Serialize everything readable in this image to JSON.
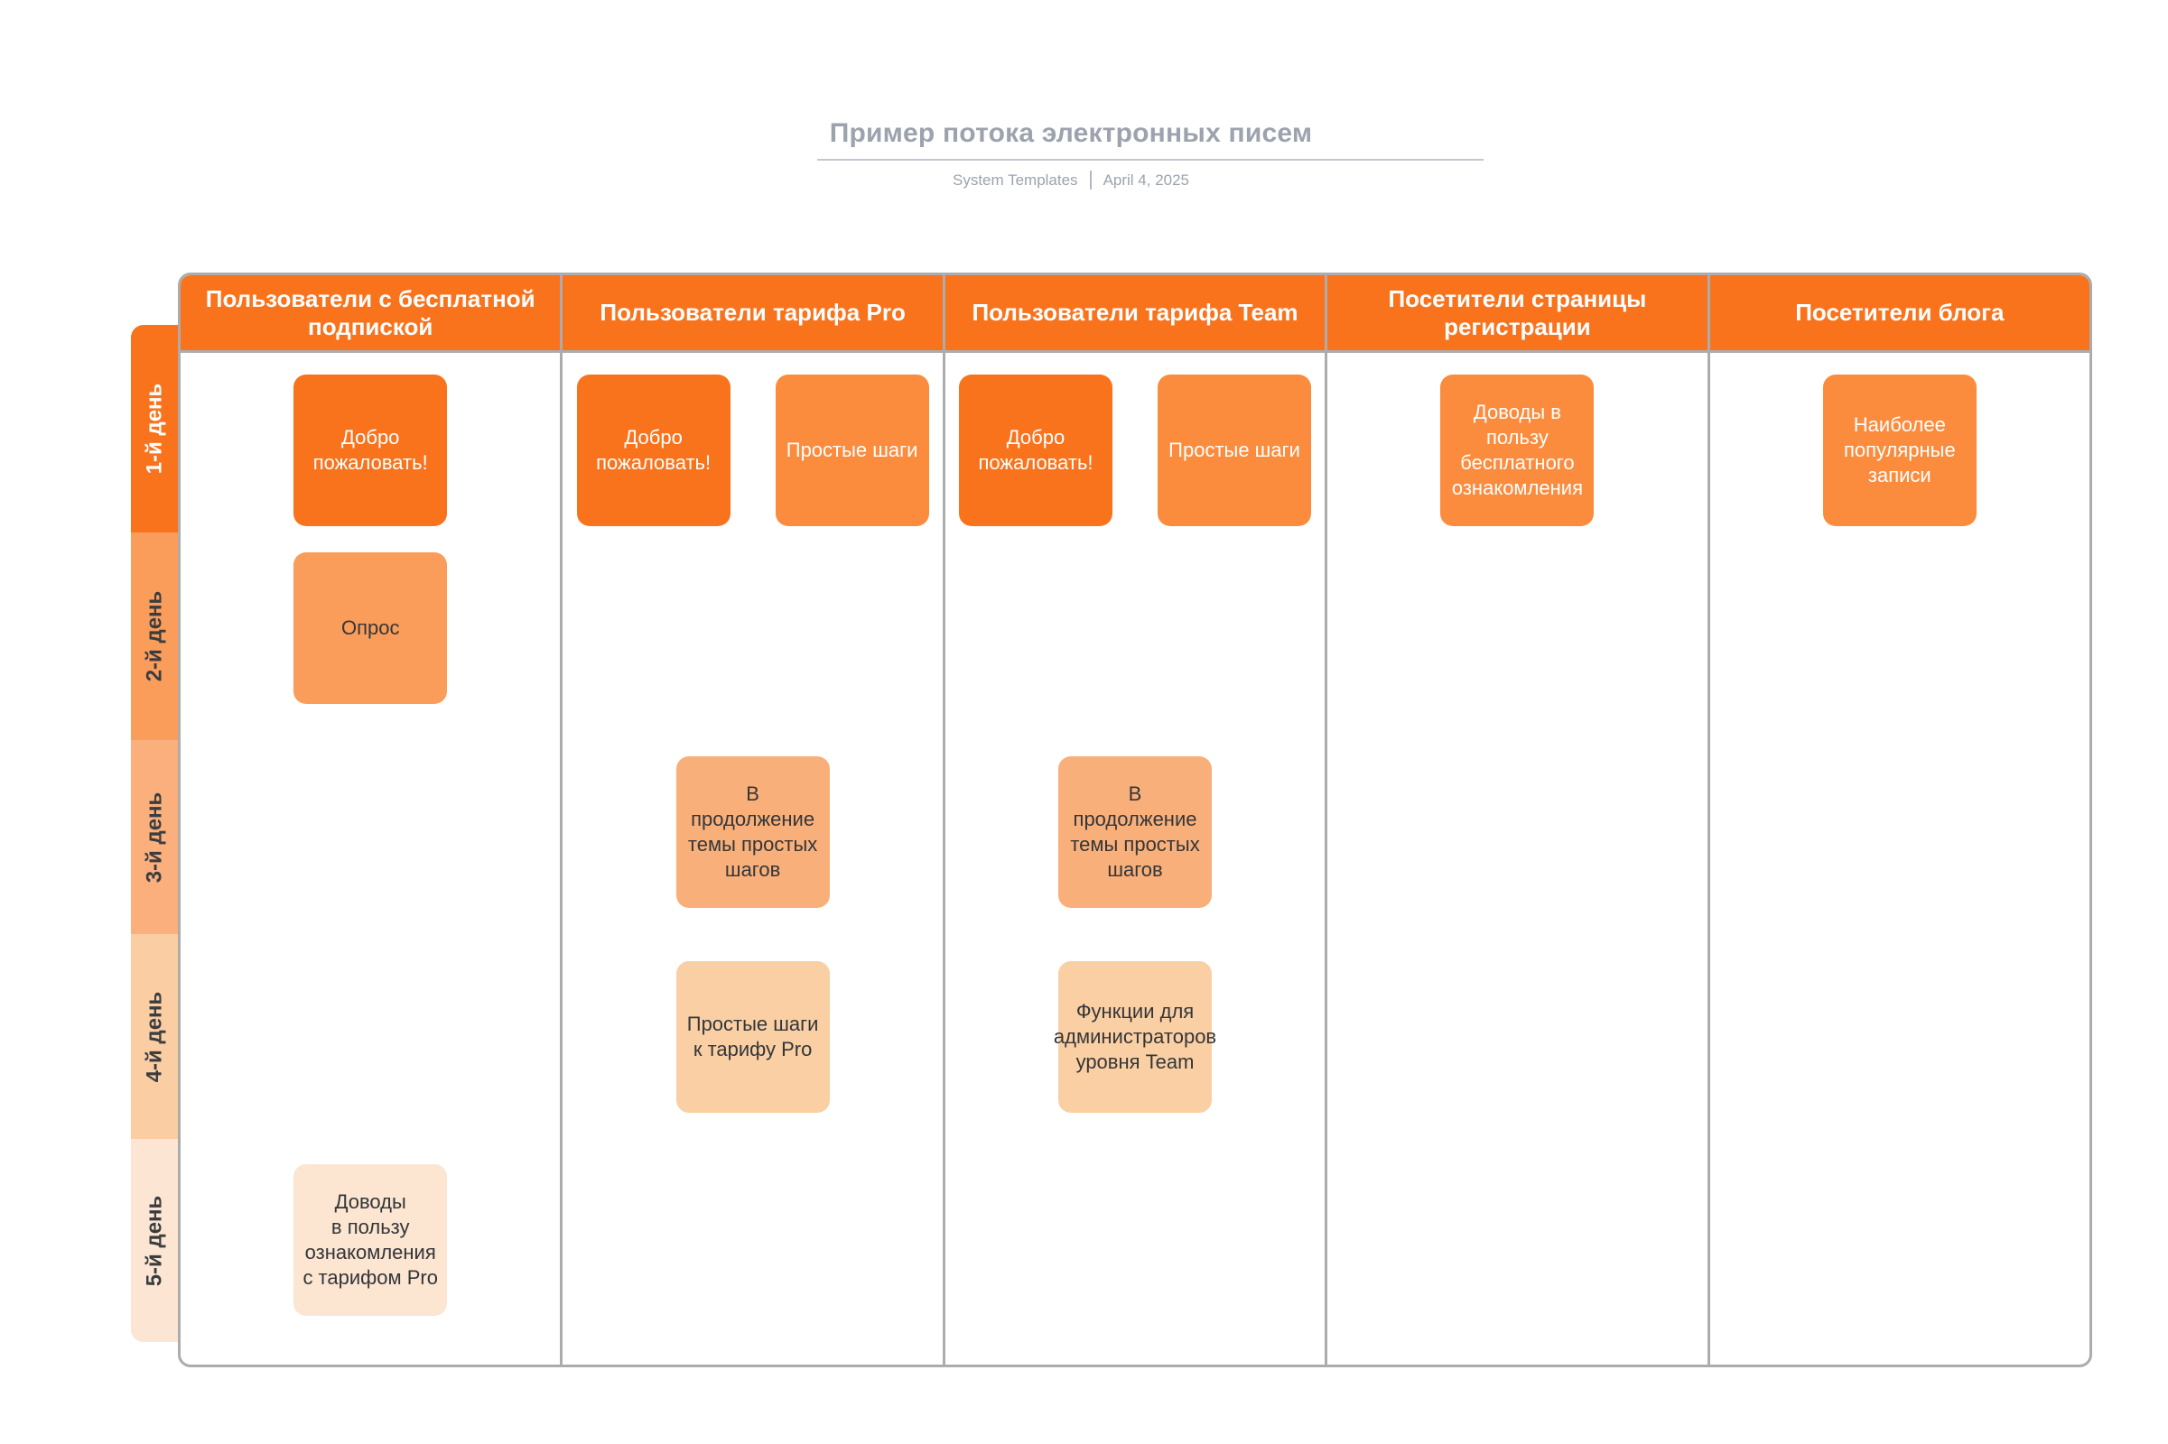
{
  "page": {
    "title": "Пример потока электронных писем",
    "source": "System Templates",
    "date": "April 4, 2025"
  },
  "colors": {
    "accent_dark_orange": "#F9731D",
    "accent_mid_orange": "#FB8C3E",
    "day2_orange": "#FA9D5B",
    "day3_orange": "#FAAF7C",
    "day4_orange": "#FBCDA3",
    "day5_orange": "#FCE6D3",
    "frame_gray": "#ACACAC",
    "title_gray": "#9CA3AD"
  },
  "columns": [
    {
      "label": "Пользователи с бесплатной подпиской"
    },
    {
      "label": "Пользователи тарифа Pro"
    },
    {
      "label": "Пользователи тарифа Team"
    },
    {
      "label": "Посетители страницы регистрации"
    },
    {
      "label": "Посетители блога"
    }
  ],
  "rows": [
    {
      "label": "1-й день"
    },
    {
      "label": "2-й день"
    },
    {
      "label": "3-й день"
    },
    {
      "label": "4-й день"
    },
    {
      "label": "5-й день"
    }
  ],
  "cards": {
    "free_day1_welcome": "Добро\nпожаловать!",
    "free_day2_survey": "Опрос",
    "free_day5_pro_pitch": "Доводы\nв пользу\nознакомления\nс тарифом Pro",
    "pro_day1_welcome": "Добро\nпожаловать!",
    "pro_day1_steps": "Простые шаги",
    "pro_day3_followup": "В\nпродолжение\nтемы простых\nшагов",
    "pro_day4_steps_to_pro": "Простые шаги\nк тарифу Pro",
    "team_day1_welcome": "Добро\nпожаловать!",
    "team_day1_steps": "Простые шаги",
    "team_day3_followup": "В\nпродолжение\nтемы простых\nшагов",
    "team_day4_admin_features": "Функции для\nадминистраторов\nуровня Team",
    "signup_day1_free_pitch": "Доводы в\nпользу\nбесплатного\nознакомления",
    "blog_day1_popular_posts": "Наиболее\nпопулярные\nзаписи"
  }
}
